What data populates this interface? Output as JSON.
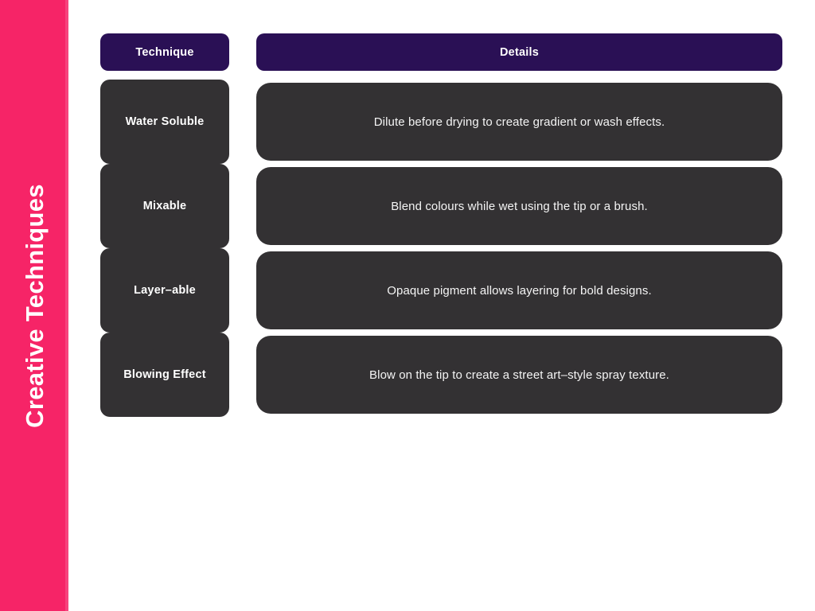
{
  "slide": {
    "side_title": "Creative Techniques",
    "background_color": "#FFFFFF",
    "accent_color": "#F62467",
    "header_color": "#2A1055",
    "cell_color": "#333133"
  },
  "table": {
    "headers": {
      "technique": "Technique",
      "details": "Details"
    },
    "rows": [
      {
        "technique": "Water Soluble",
        "details": "Dilute before drying to create gradient or wash effects."
      },
      {
        "technique": "Mixable",
        "details": "Blend colours while wet using the tip or a brush."
      },
      {
        "technique": "Layer–able",
        "details": "Opaque pigment allows layering for bold designs."
      },
      {
        "technique": "Blowing Effect",
        "details": "Blow on the tip to create a street art–style spray texture."
      }
    ]
  }
}
